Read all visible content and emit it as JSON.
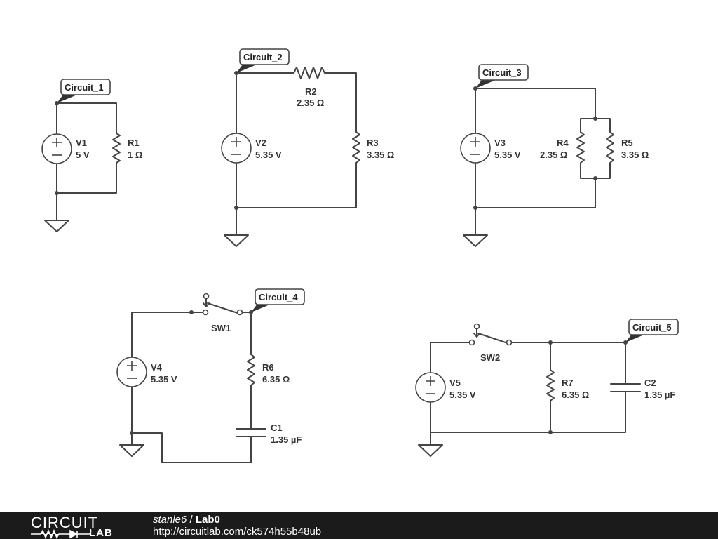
{
  "circuits": {
    "c1": {
      "label": "Circuit_1",
      "v_name": "V1",
      "v_val": "5 V",
      "r1_name": "R1",
      "r1_val": "1 Ω"
    },
    "c2": {
      "label": "Circuit_2",
      "v_name": "V2",
      "v_val": "5.35 V",
      "ra_name": "R2",
      "ra_val": "2.35 Ω",
      "rb_name": "R3",
      "rb_val": "3.35 Ω"
    },
    "c3": {
      "label": "Circuit_3",
      "v_name": "V3",
      "v_val": "5.35 V",
      "ra_name": "R4",
      "ra_val": "2.35 Ω",
      "rb_name": "R5",
      "rb_val": "3.35 Ω"
    },
    "c4": {
      "label": "Circuit_4",
      "v_name": "V4",
      "v_val": "5.35 V",
      "sw_name": "SW1",
      "r_name": "R6",
      "r_val": "6.35 Ω",
      "c_name": "C1",
      "c_val": "1.35 µF"
    },
    "c5": {
      "label": "Circuit_5",
      "v_name": "V5",
      "v_val": "5.35 V",
      "sw_name": "SW2",
      "r_name": "R7",
      "r_val": "6.35 Ω",
      "c_name": "C2",
      "c_val": "1.35 µF"
    }
  },
  "footer": {
    "logo_top": "CIRCUIT",
    "logo_bottom": "LAB",
    "user": "stanle6",
    "separator": " / ",
    "project": "Lab0",
    "url": "http://circuitlab.com/ck574h55b48ub"
  },
  "colors": {
    "wire": "#444444",
    "footer_bg": "#1b1b1b",
    "text": "#333333"
  }
}
